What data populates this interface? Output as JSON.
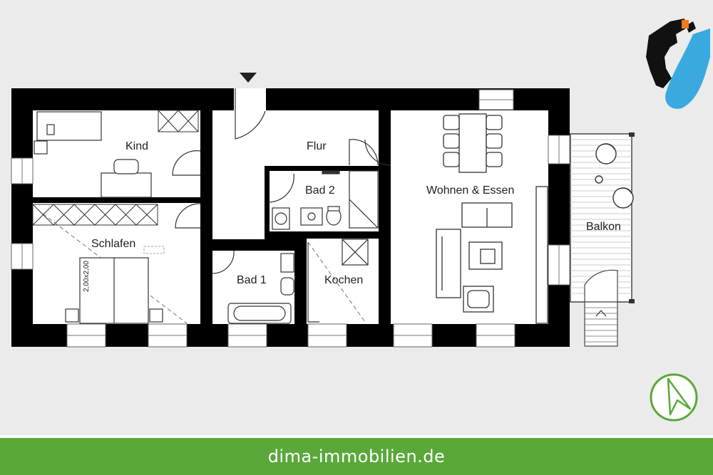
{
  "rooms": {
    "kind": "Kind",
    "flur": "Flur",
    "bad2": "Bad 2",
    "wohnen": "Wohnen & Essen",
    "schlafen": "Schlafen",
    "bad1": "Bad 1",
    "kochen": "Kochen",
    "balkon": "Balkon"
  },
  "bed_size": "2,00x2,00",
  "footer": {
    "website": "dima-immobilien.de"
  },
  "colors": {
    "wall": "#000000",
    "floor": "#ffffff",
    "background": "#ebebeb",
    "accent_green": "#5aa83a",
    "river_blue": "#3aa9e0",
    "marker_orange": "#f07a1e"
  },
  "icons": {
    "entrance": "entrance-arrow-icon",
    "compass": "north-arrow-icon",
    "location": "location-map-icon"
  }
}
